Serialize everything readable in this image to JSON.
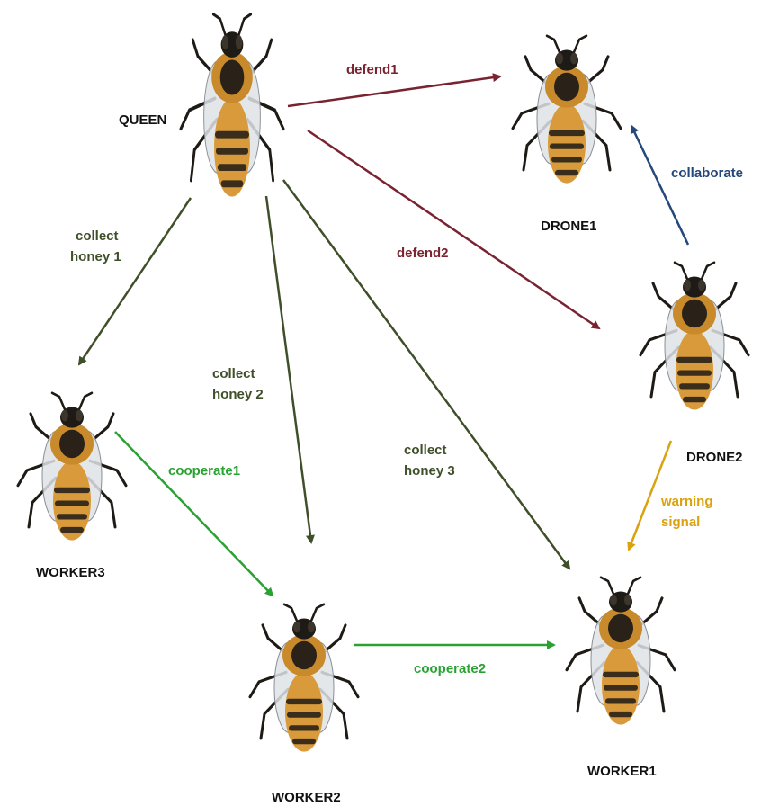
{
  "colors": {
    "background": "#ffffff",
    "defend": "#7a2330",
    "collect": "#3f4f2a",
    "collaborate": "#24487a",
    "warning": "#d9a20e",
    "cooperate": "#2aa232",
    "bee_body": "#d89a3a",
    "bee_dark": "#1e1a16"
  },
  "nodes": {
    "queen": "QUEEN",
    "drone1": "DRONE1",
    "drone2": "DRONE2",
    "worker1": "WORKER1",
    "worker2": "WORKER2",
    "worker3": "WORKER3"
  },
  "edges": {
    "defend1": "defend1",
    "defend2": "defend2",
    "collaborate": "collaborate",
    "collect1_line1": "collect",
    "collect1_line2": "honey 1",
    "collect2_line1": "collect",
    "collect2_line2": "honey 2",
    "collect3_line1": "collect",
    "collect3_line2": "honey 3",
    "warning_line1": "warning",
    "warning_line2": "signal",
    "cooperate1": "cooperate1",
    "cooperate2": "cooperate2"
  }
}
